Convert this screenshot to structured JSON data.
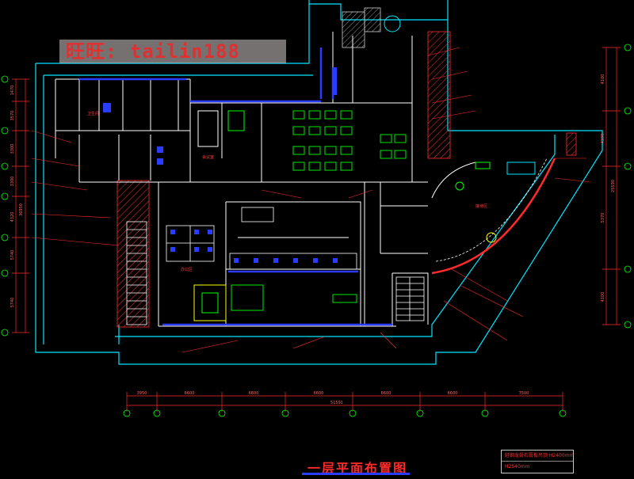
{
  "watermark": "旺旺: tailin188",
  "plan_title": "一层平面布置图",
  "dimensions": {
    "bottom_total": "51591",
    "bottom_segments": [
      "3950",
      "6600",
      "6600",
      "6600",
      "6600",
      "6600",
      "7500"
    ],
    "left_total": "36950",
    "left_segments": [
      "1470",
      "3570",
      "3300",
      "3300",
      "4320",
      "5740",
      "5740"
    ],
    "right_total": "25590",
    "right_segments": [
      "4100",
      "4100",
      "5370",
      "4100"
    ]
  },
  "room_labels": {
    "meeting": "会议室",
    "office": "办公区",
    "reception": "接待区",
    "toilet": "卫生间"
  },
  "legend": {
    "row1": "轻钢龙骨石膏板吊顶 H2400mm",
    "row2": "H2540mm"
  },
  "colors": {
    "background": "#000000",
    "wall": "#ffffff",
    "cyan": "#00e5ff",
    "blue": "#2a3cff",
    "red": "#ff2a2a",
    "green": "#00ff00",
    "yellow": "#ffff00",
    "hatch": "#ff3030"
  }
}
